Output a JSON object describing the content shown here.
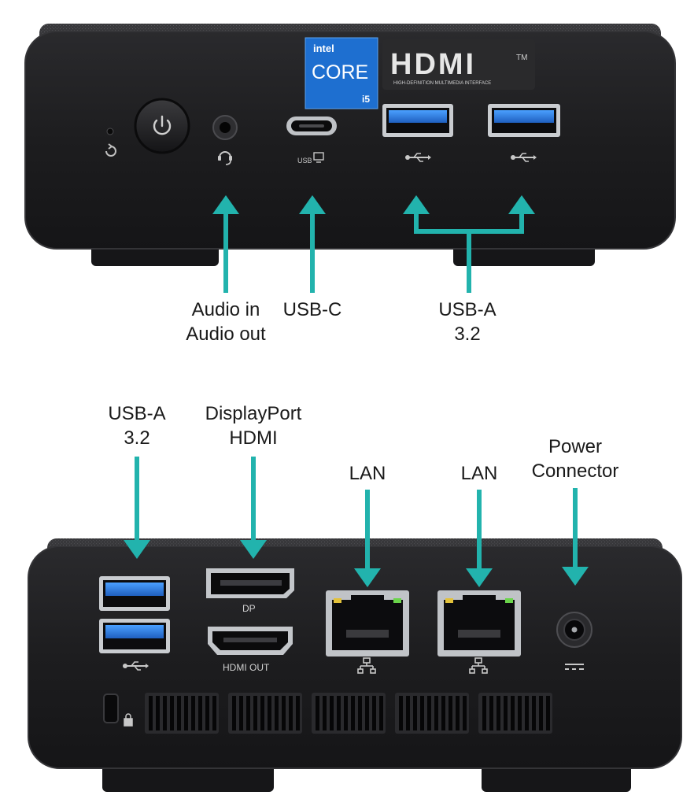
{
  "front_labels": {
    "audio": [
      "Audio in",
      "Audio out"
    ],
    "usb_c": [
      "USB-C"
    ],
    "usb_a": [
      "USB-A",
      "3.2"
    ]
  },
  "rear_labels": {
    "usb_a": [
      "USB-A",
      "3.2"
    ],
    "video": [
      "DisplayPort",
      "HDMI"
    ],
    "lan_1": [
      "LAN"
    ],
    "lan_2": [
      "LAN"
    ],
    "power": [
      "Power",
      "Connector"
    ]
  },
  "device_print": {
    "cpu_brand": "intel",
    "cpu_line": "CORE",
    "cpu_tier": "i5",
    "hdmi_logo": "HDMI",
    "hdmi_tagline": "HIGH-DEFINITION MULTIMEDIA INTERFACE",
    "usb_c_port_text": "USB",
    "dp_port_text": "DP",
    "hdmi_port_text": "HDMI OUT"
  },
  "colors": {
    "arrow": "#22b3ad",
    "chassis": "#1e1e20",
    "chassis_edge": "#2b2b2e",
    "fabric_top": "#3a3a3d",
    "usb3_blue": "#2f7fd6",
    "intel_blue": "#1464c8",
    "port_silver": "#b9bcc0"
  },
  "icons": [
    "reset-icon",
    "power-icon",
    "headset-icon",
    "usb-display-icon",
    "usb-trident-icon",
    "network-icon",
    "dc-power-icon",
    "lock-icon"
  ]
}
